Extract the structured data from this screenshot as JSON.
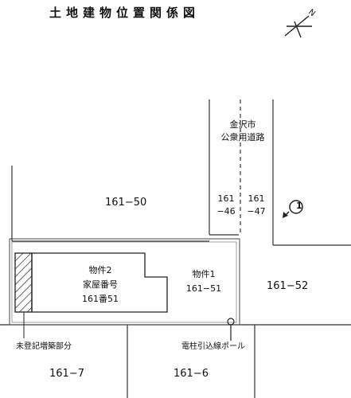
{
  "title": "土地建物位置関係図",
  "north_marker": "N",
  "parcels": {
    "p161_50": "161−50",
    "p161_46_a": "161",
    "p161_46_b": "−46",
    "p161_47_a": "161",
    "p161_47_b": "−47",
    "p161_51": "161−51",
    "p161_52": "161−52",
    "p161_7": "161−7",
    "p161_6": "161−6"
  },
  "road": {
    "line1": "金沢市",
    "line2": "公衆用道路"
  },
  "buildings": {
    "b1": "物件1",
    "b2_line1": "物件2",
    "b2_line2": "家屋番号",
    "b2_line3": "161番51"
  },
  "annotations": {
    "unregistered": "未登記増築部分",
    "pole": "電柱引込線ポール",
    "marker_num": "1"
  }
}
